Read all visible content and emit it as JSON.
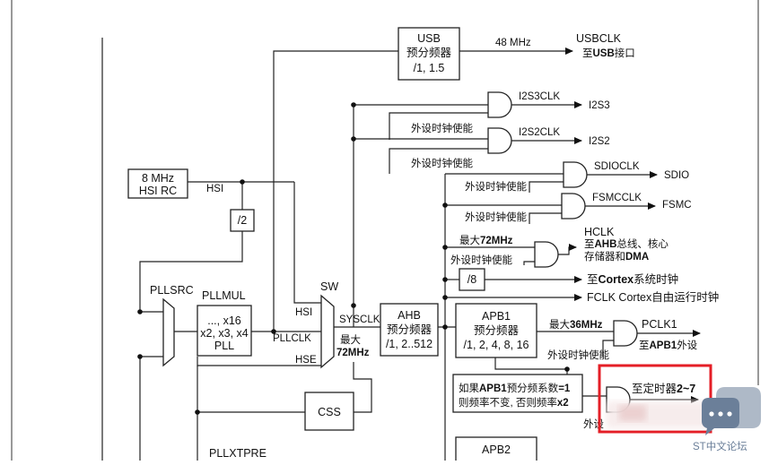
{
  "usb": {
    "title": "USB",
    "sub": "预分频器",
    "ratio": "/1, 1.5",
    "freq": "48 MHz",
    "out": "USBCLK",
    "dest_prefix": "至",
    "dest_bold": "USB",
    "dest_suffix": "接口"
  },
  "i2s3": {
    "clk": "I2S3CLK",
    "out": "I2S3",
    "enable": "外设时钟使能"
  },
  "i2s2": {
    "clk": "I2S2CLK",
    "out": "I2S2",
    "enable": "外设时钟使能"
  },
  "sdio": {
    "clk": "SDIOCLK",
    "out": "SDIO",
    "enable": "外设时钟使能"
  },
  "fsmc": {
    "clk": "FSMCCLK",
    "out": "FSMC",
    "enable": "外设时钟使能"
  },
  "hclk": {
    "max_prefix": "最大",
    "max_value": "72MHz",
    "name": "HCLK",
    "line1_prefix": "至",
    "line1_bold": "AHB",
    "line1_suffix": "总线、核心",
    "line2_prefix": "存储器和",
    "line2_bold": "DMA",
    "enable": "外设时钟使能"
  },
  "div8": {
    "label": "/8",
    "dest_prefix": "至",
    "dest_bold": "Cortex",
    "dest_suffix": "系统时钟"
  },
  "fclk": {
    "label": "FCLK Cortex自由运行时钟"
  },
  "hsi": {
    "freq": "8 MHz",
    "name": "HSI RC",
    "wire": "HSI",
    "div2": "/2"
  },
  "pll": {
    "src": "PLLSRC",
    "mul": "PLLMUL",
    "dots": "..., x16",
    "values": "x2, x3, x4",
    "name": "PLL",
    "xtpre": "PLLXTPRE"
  },
  "sw": {
    "label": "SW",
    "in_hsi": "HSI",
    "in_pll": "PLLCLK",
    "in_hse": "HSE",
    "out": "SYSCLK",
    "max_prefix": "最大",
    "max_value": "72MHz"
  },
  "ahb": {
    "title": "AHB",
    "sub": "预分频器",
    "ratio": "/1, 2..512"
  },
  "apb1": {
    "title": "APB1",
    "sub": "预分频器",
    "ratio": "/1, 2, 4, 8, 16",
    "max_prefix": "最大",
    "max_value": "36MHz",
    "pclk": "PCLK1",
    "dest_prefix": "至",
    "dest_bold": "APB1",
    "dest_suffix": "外设",
    "enable": "外设时钟使能"
  },
  "timer": {
    "note1_prefix": "如果",
    "note1_bold": "APB1",
    "note1_suffix": "预分频系数",
    "note1_tail": "=1",
    "note2_prefix": "则频率不变, 否则频率",
    "note2_tail": "x2",
    "dest_prefix": "至定时器",
    "dest_bold": "2~7",
    "enable_partial": "外设"
  },
  "css": {
    "label": "CSS"
  },
  "apb2": {
    "title": "APB2"
  },
  "watermark": {
    "text": "ST中文论坛"
  },
  "colors": {
    "highlight": "#e41e26",
    "watermark_badge": "#6b7f99"
  }
}
